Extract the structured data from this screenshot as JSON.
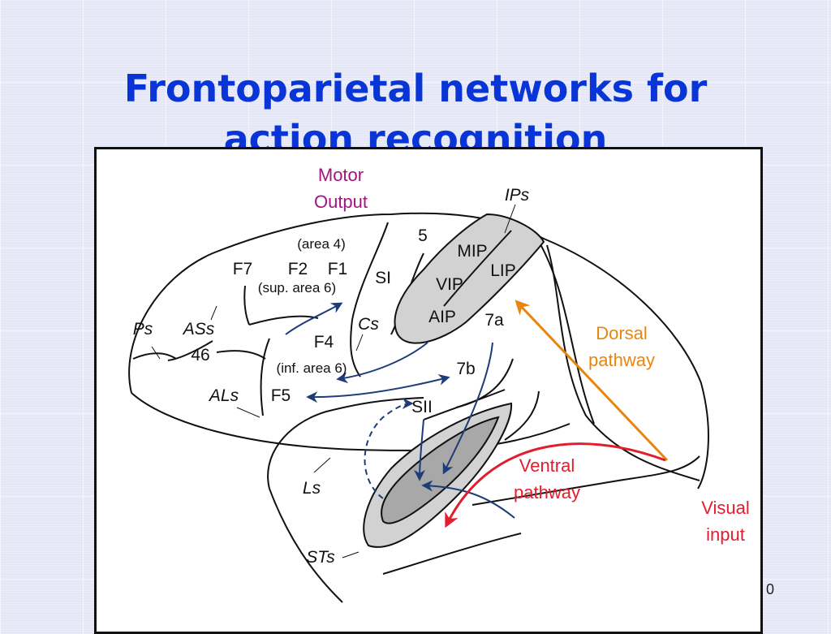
{
  "slide": {
    "title_line1": "Frontoparietal networks for",
    "title_line2": "action recognition",
    "slide_number": "0",
    "title_color": "#0a35d6"
  },
  "diagram": {
    "motor_output": [
      "Motor",
      "Output"
    ],
    "dorsal_pathway": [
      "Dorsal",
      "pathway"
    ],
    "ventral_pathway": [
      "Ventral",
      "pathway"
    ],
    "visual_input": [
      "Visual",
      "input"
    ],
    "colors": {
      "motor_output": "#a0157e",
      "dorsal": "#e8850f",
      "ventral": "#e01e2e",
      "connections": "#1d3c78",
      "sulcus_fill": "#d2d2d2",
      "sulcus_inner_fill": "#a8a8a8"
    },
    "areas": {
      "ips": "IPs",
      "area5": "5",
      "mip": "MIP",
      "lip": "LIP",
      "vip": "VIP",
      "aip": "AIP",
      "a7a": "7a",
      "a7b": "7b",
      "sii": "SII",
      "si": "SI",
      "cs": "Cs",
      "area4": "(area 4)",
      "f7": "F7",
      "f2": "F2",
      "f1": "F1",
      "sup_area6": "(sup. area 6)",
      "f4": "F4",
      "inf_area6": "(inf. area 6)",
      "f5": "F5",
      "ps": "Ps",
      "ass": "ASs",
      "a46": "46",
      "als": "ALs",
      "ls": "Ls",
      "sts": "STs"
    }
  }
}
